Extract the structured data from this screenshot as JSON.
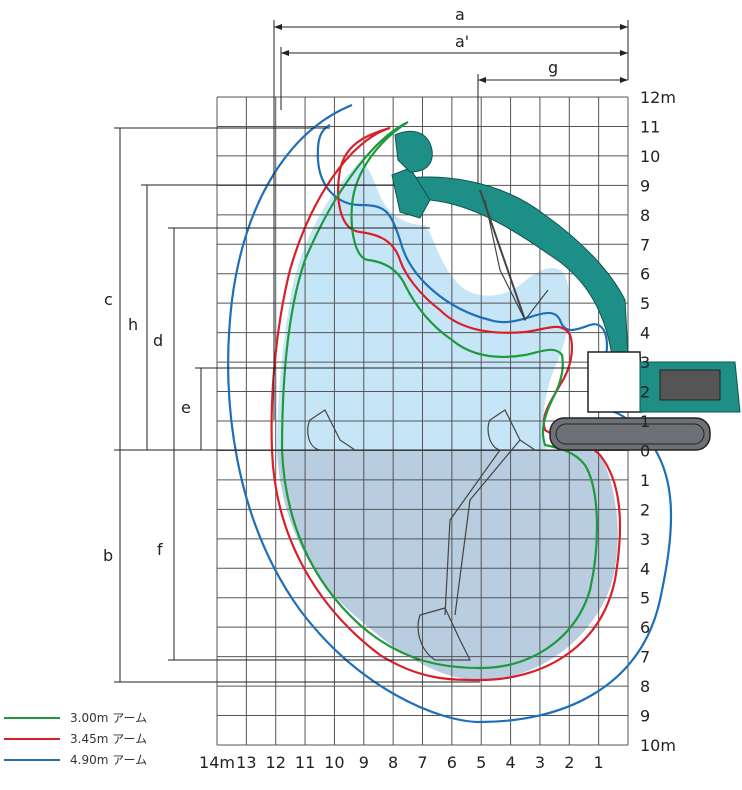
{
  "dimension_labels": {
    "a": "a",
    "a_prime": "a'",
    "g": "g",
    "c": "c",
    "h": "h",
    "d": "d",
    "e": "e",
    "b": "b",
    "f": "f"
  },
  "right_axis_ticks": [
    "12m",
    "11",
    "10",
    "9",
    "8",
    "7",
    "6",
    "5",
    "4",
    "3",
    "2",
    "1",
    "0",
    "1",
    "2",
    "3",
    "4",
    "5",
    "6",
    "7",
    "8",
    "9",
    "10m"
  ],
  "bottom_axis_ticks": [
    "14m",
    "13",
    "12",
    "11",
    "10",
    "9",
    "8",
    "7",
    "6",
    "5",
    "4",
    "3",
    "2",
    "1"
  ],
  "legend": [
    {
      "label": "3.00m アーム",
      "color": "#1e9a3c"
    },
    {
      "label": "3.45m アーム",
      "color": "#d8202a"
    },
    {
      "label": "4.90m アーム",
      "color": "#1f6fb8"
    }
  ],
  "colors": {
    "fill_above_ground": "#c6e6f8",
    "fill_below_ground": "#b8cde0",
    "machine_teal": "#1d8f86",
    "machine_gray": "#6d7075"
  },
  "icons": [
    "excavator-icon",
    "bucket-icon"
  ]
}
